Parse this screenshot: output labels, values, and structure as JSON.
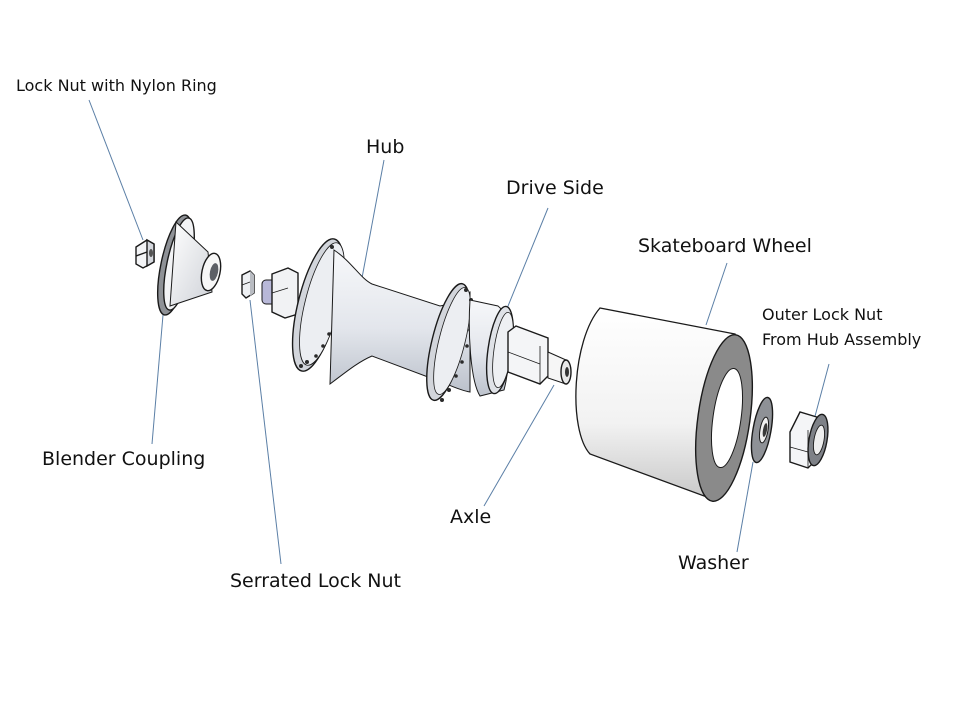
{
  "diagram": {
    "type": "exploded-assembly",
    "subject": "Skateboard wheel hub assembly",
    "colors": {
      "leader_line": "#5b7fa6",
      "part_face_light": "#f4f5f7",
      "part_face_shade": "#c9cdd4",
      "part_dark_face": "#8a8a8a",
      "spacer_tint": "#b8b8d8",
      "text": "#111111"
    },
    "labels": {
      "lock_nut_nylon": "Lock Nut with Nylon Ring",
      "hub": "Hub",
      "drive_side": "Drive Side",
      "skateboard_wheel": "Skateboard Wheel",
      "outer_lock_nut_line1": "Outer Lock Nut",
      "outer_lock_nut_line2": "From Hub Assembly",
      "blender_coupling": "Blender Coupling",
      "axle": "Axle",
      "washer": "Washer",
      "serrated_lock_nut": "Serrated Lock Nut"
    },
    "parts_order_left_to_right": [
      "Lock Nut with Nylon Ring",
      "Blender Coupling",
      "Serrated Lock Nut",
      "Hub",
      "Drive Side",
      "Axle",
      "Skateboard Wheel",
      "Washer",
      "Outer Lock Nut From Hub Assembly"
    ]
  }
}
